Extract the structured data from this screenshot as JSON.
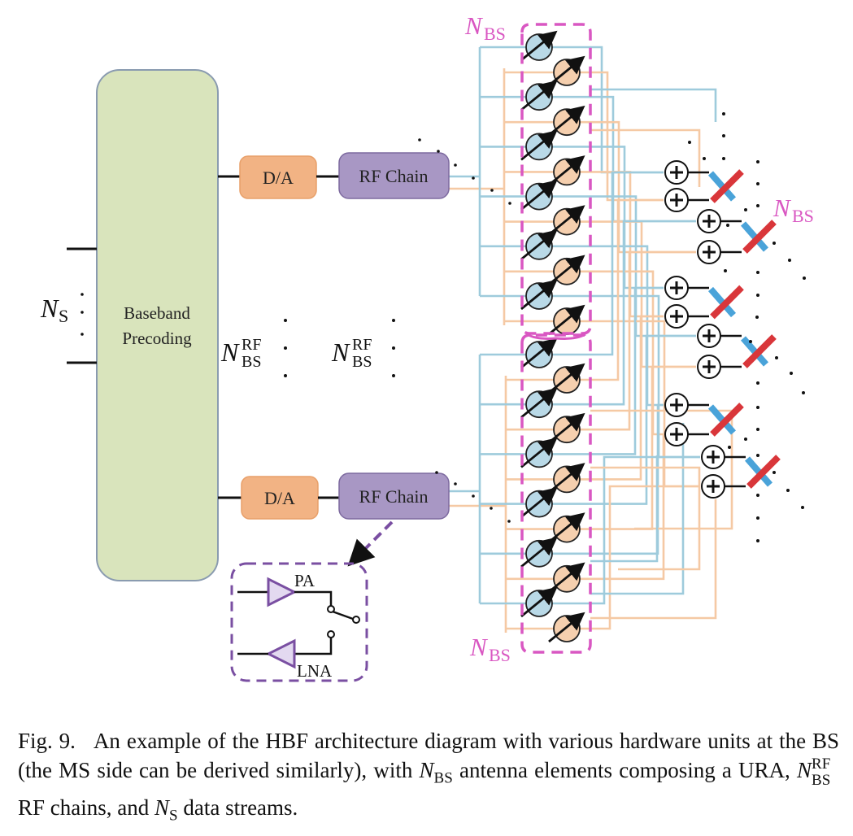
{
  "diagram": {
    "baseband_block": {
      "line1": "Baseband",
      "line2": "Precoding"
    },
    "da_labels": [
      "D/A",
      "D/A"
    ],
    "rf_chain_labels": [
      "RF Chain",
      "RF Chain"
    ],
    "ns_label": {
      "main": "N",
      "sub": "S"
    },
    "nrf_labels": [
      {
        "main": "N",
        "sup": "RF",
        "sub": "BS"
      },
      {
        "main": "N",
        "sup": "RF",
        "sub": "BS"
      }
    ],
    "nbs_labels": [
      {
        "main": "N",
        "sub": "BS"
      },
      {
        "main": "N",
        "sub": "BS"
      },
      {
        "main": "N",
        "sub": "BS"
      }
    ],
    "rf_detail": {
      "pa_label": "PA",
      "lna_label": "LNA"
    },
    "phase_shifter_groups": 2,
    "phase_shifters_per_group": 12,
    "combiner_count": 12,
    "antenna_count": 6,
    "colors": {
      "baseband_fill": "#d9e4bc",
      "baseband_stroke": "#8a9bb0",
      "da_fill": "#f2b384",
      "rf_fill": "#a897c4",
      "rf_stroke": "#7d6a9f",
      "blue_line": "#9ecbdc",
      "orange_line": "#f5c9a4",
      "ps_blue": "#b9d9e7",
      "ps_orange": "#f5cfae",
      "magenta": "#d957c2",
      "detail_purple": "#7a4fa2",
      "antenna_red": "#d9363a",
      "antenna_blue": "#4aa3d9"
    }
  },
  "caption": {
    "fig_label": "Fig. 9.",
    "text_part1": "An example of the HBF architecture diagram with various hardware units at the BS (the MS side can be derived similarly), with ",
    "nbs_main": "N",
    "nbs_sub": "BS",
    "text_part2": " antenna elements composing a URA, ",
    "nrf_main": "N",
    "nrf_sup": "RF",
    "nrf_sub": "BS",
    "text_part3": " RF chains, and ",
    "ns_main": "N",
    "ns_sub": "S",
    "text_part4": " data streams."
  }
}
